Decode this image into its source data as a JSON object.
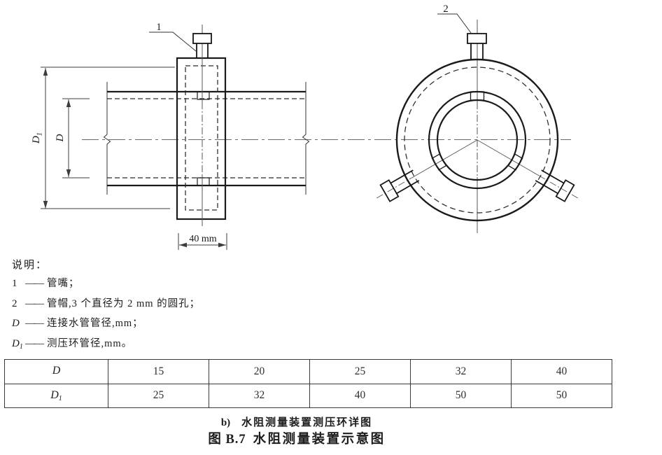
{
  "figure": {
    "drawing_labels": {
      "part1": "1",
      "part2": "2",
      "dim_d": "D",
      "dim_d1_main": "D",
      "dim_d1_sub": "1",
      "width_dim": "40 mm"
    },
    "legend": {
      "title": "说明：",
      "dash": "——",
      "items": [
        {
          "symbol": "1",
          "symbol_sub": "",
          "text": "管嘴；"
        },
        {
          "symbol": "2",
          "symbol_sub": "",
          "text": "管帽,3 个直径为 2 mm 的圆孔；"
        },
        {
          "symbol": "D",
          "symbol_sub": "",
          "text": "连接水管管径,mm；"
        },
        {
          "symbol": "D",
          "symbol_sub": "1",
          "text": "测压环管径,mm。"
        }
      ]
    },
    "table": {
      "row_d": {
        "header": "D",
        "header_sub": "",
        "values": [
          "15",
          "20",
          "25",
          "32",
          "40"
        ]
      },
      "row_d1": {
        "header": "D",
        "header_sub": "1",
        "values": [
          "25",
          "32",
          "40",
          "50",
          "50"
        ]
      }
    },
    "captions": {
      "sub_label": "b)",
      "sub_title": "水阻测量装置测压环详图",
      "fig_label": "图 B.7",
      "fig_title": "水阻测量装置示意图"
    },
    "colors": {
      "line_dark": "#1a1a1a",
      "line_dim": "#3c3c3c",
      "centerline": "#6a6a6a"
    }
  }
}
